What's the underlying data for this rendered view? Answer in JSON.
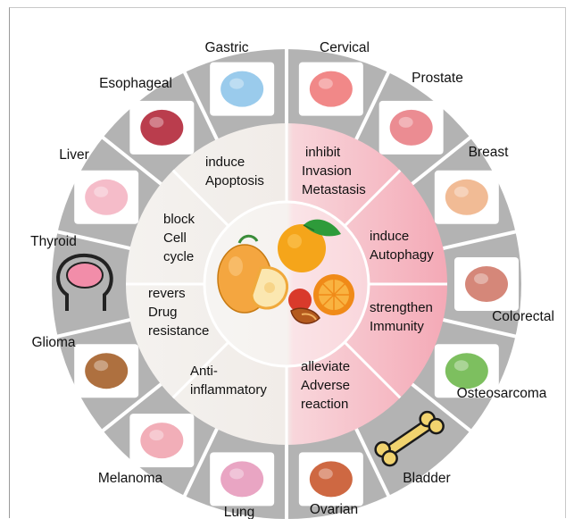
{
  "diagram": {
    "center_icon": "citrus-fruits-icon",
    "outer_ring": [
      {
        "label": "Gastric",
        "icon": "stomach-icon"
      },
      {
        "label": "Cervical",
        "icon": "uterus-icon"
      },
      {
        "label": "Prostate",
        "icon": "prostate-icon"
      },
      {
        "label": "Breast",
        "icon": "breast-icon"
      },
      {
        "label": "Colorectal",
        "icon": "colon-icon"
      },
      {
        "label": "Osteosarcoma",
        "icon": "bone-icon"
      },
      {
        "label": "Bladder",
        "icon": "bladder-icon"
      },
      {
        "label": "Ovarian",
        "icon": "ovary-icon"
      },
      {
        "label": "Lung",
        "icon": "lungs-icon"
      },
      {
        "label": "Melanoma",
        "icon": "skin-lesion-icon"
      },
      {
        "label": "Glioma",
        "icon": "brain-icon"
      },
      {
        "label": "Thyroid",
        "icon": "thyroid-icon"
      },
      {
        "label": "Liver",
        "icon": "liver-icon"
      },
      {
        "label": "Esophageal",
        "icon": "esophagus-icon"
      }
    ],
    "inner_ring": [
      {
        "lines": [
          "inhibit",
          "Invasion",
          "Metastasis"
        ]
      },
      {
        "lines": [
          "induce",
          "Autophagy"
        ]
      },
      {
        "lines": [
          "strengthen",
          "Immunity"
        ]
      },
      {
        "lines": [
          "alleviate",
          "Adverse",
          "reaction"
        ]
      },
      {
        "lines": [
          "Anti-",
          "inflammatory"
        ]
      },
      {
        "lines": [
          "revers",
          "Drug",
          "resistance"
        ]
      },
      {
        "lines": [
          "block",
          "Cell",
          "cycle"
        ]
      },
      {
        "lines": [
          "induce",
          "Apoptosis"
        ]
      }
    ],
    "colors": {
      "outer_ring": "#b3b3b3",
      "outer_divider": "#ffffff",
      "inner_left": "#f3f1ee",
      "inner_right": "#f7c3cc",
      "inner_divider": "#ffffff"
    }
  }
}
